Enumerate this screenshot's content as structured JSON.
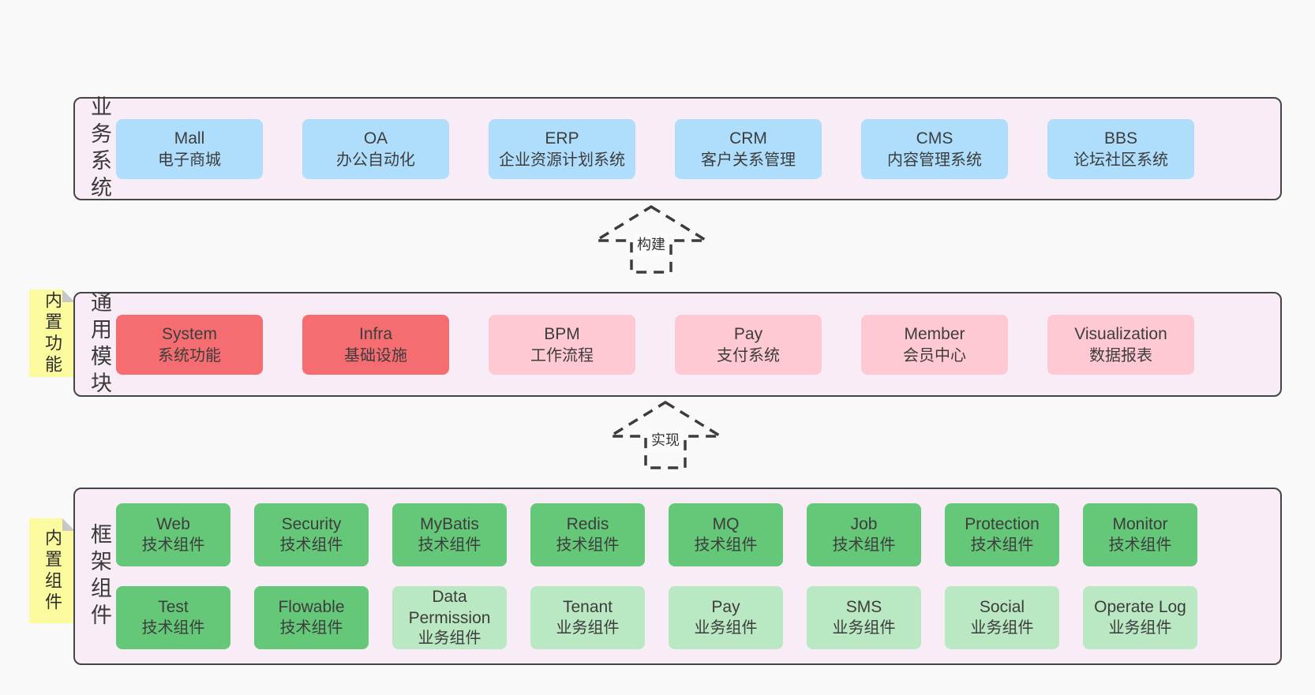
{
  "colors": {
    "page_bg": "#f9f9f9",
    "band_bg": "#f8ecf6",
    "band_border": "#454545",
    "blue_box": "#aedefb",
    "red_box": "#f56d71",
    "pink_box": "#ffc9d3",
    "green_box": "#64c878",
    "light_green_box": "#b9e8c2",
    "sticky_yellow": "#fbfa9e"
  },
  "arrows": [
    {
      "label": "构建"
    },
    {
      "label": "实现"
    }
  ],
  "layers": [
    {
      "label": "业务系统",
      "boxes": [
        {
          "name": "Mall",
          "desc": "电子商城",
          "variant": "blue"
        },
        {
          "name": "OA",
          "desc": "办公自动化",
          "variant": "blue"
        },
        {
          "name": "ERP",
          "desc": "企业资源计划系统",
          "variant": "blue"
        },
        {
          "name": "CRM",
          "desc": "客户关系管理",
          "variant": "blue"
        },
        {
          "name": "CMS",
          "desc": "内容管理系统",
          "variant": "blue"
        },
        {
          "name": "BBS",
          "desc": "论坛社区系统",
          "variant": "blue"
        }
      ]
    },
    {
      "label": "通用模块",
      "sticky": "内置功能",
      "boxes": [
        {
          "name": "System",
          "desc": "系统功能",
          "variant": "red"
        },
        {
          "name": "Infra",
          "desc": "基础设施",
          "variant": "red"
        },
        {
          "name": "BPM",
          "desc": "工作流程",
          "variant": "pink"
        },
        {
          "name": "Pay",
          "desc": "支付系统",
          "variant": "pink"
        },
        {
          "name": "Member",
          "desc": "会员中心",
          "variant": "pink"
        },
        {
          "name": "Visualization",
          "desc": "数据报表",
          "variant": "pink"
        }
      ]
    },
    {
      "label": "框架组件",
      "sticky": "内置组件",
      "rows": [
        [
          {
            "name": "Web",
            "desc": "技术组件",
            "variant": "green"
          },
          {
            "name": "Security",
            "desc": "技术组件",
            "variant": "green"
          },
          {
            "name": "MyBatis",
            "desc": "技术组件",
            "variant": "green"
          },
          {
            "name": "Redis",
            "desc": "技术组件",
            "variant": "green"
          },
          {
            "name": "MQ",
            "desc": "技术组件",
            "variant": "green"
          },
          {
            "name": "Job",
            "desc": "技术组件",
            "variant": "green"
          },
          {
            "name": "Protection",
            "desc": "技术组件",
            "variant": "green"
          },
          {
            "name": "Monitor",
            "desc": "技术组件",
            "variant": "green"
          }
        ],
        [
          {
            "name": "Test",
            "desc": "技术组件",
            "variant": "green"
          },
          {
            "name": "Flowable",
            "desc": "技术组件",
            "variant": "green"
          },
          {
            "name": "Data Permission",
            "desc": "业务组件",
            "variant": "lightgreen"
          },
          {
            "name": "Tenant",
            "desc": "业务组件",
            "variant": "lightgreen"
          },
          {
            "name": "Pay",
            "desc": "业务组件",
            "variant": "lightgreen"
          },
          {
            "name": "SMS",
            "desc": "业务组件",
            "variant": "lightgreen"
          },
          {
            "name": "Social",
            "desc": "业务组件",
            "variant": "lightgreen"
          },
          {
            "name": "Operate Log",
            "desc": "业务组件",
            "variant": "lightgreen"
          }
        ]
      ]
    }
  ]
}
